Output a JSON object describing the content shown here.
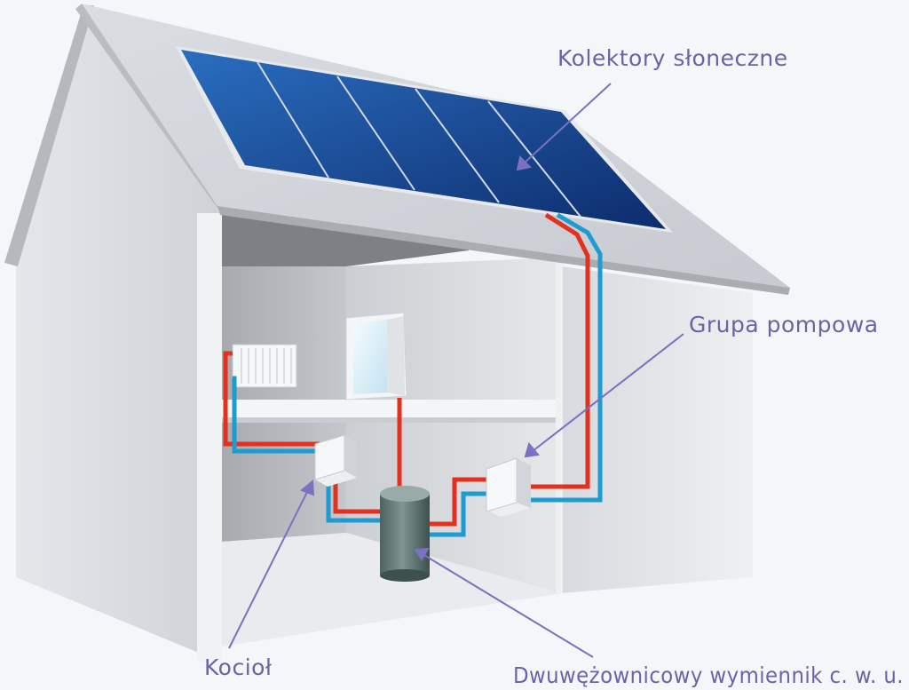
{
  "labels": {
    "collectors": "Kolektory słoneczne",
    "pump_group": "Grupa pompowa",
    "boiler": "Kocioł",
    "exchanger": "Dwuwężownicowy wymiennik c. w. u."
  },
  "colors": {
    "background": "#f4f7fa",
    "label_text": "#6a63a8",
    "leader_line": "#7a72c0",
    "hot_pipe": "#e0321e",
    "cold_pipe": "#1e9bd0",
    "panel_dark": "#0d2c6c",
    "panel_light": "#2a6ec0"
  }
}
